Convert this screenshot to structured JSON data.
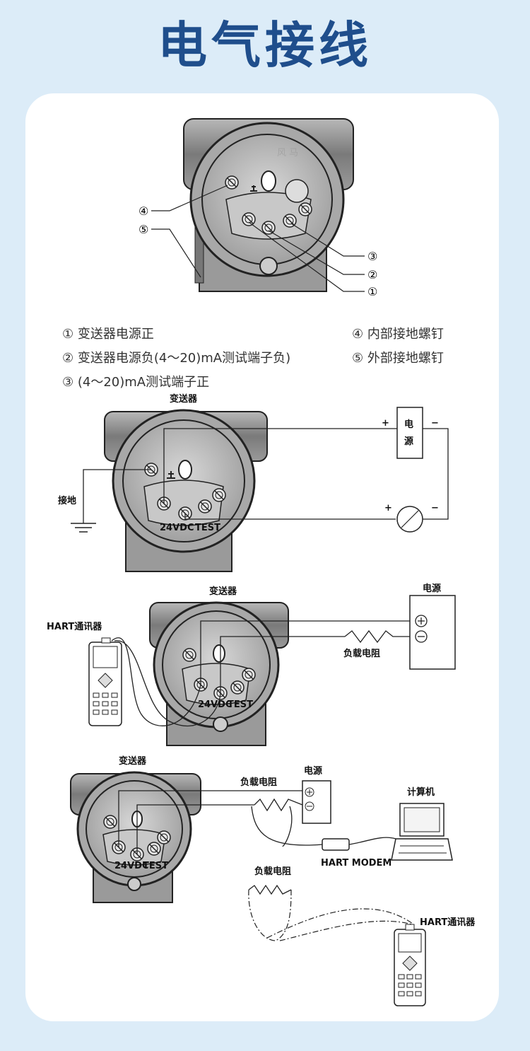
{
  "title": "电气接线",
  "diagram1": {
    "callouts": [
      "④",
      "⑤",
      "③",
      "②",
      "①"
    ]
  },
  "legend": {
    "items": [
      "① 变送器电源正",
      "④ 内部接地螺钉",
      "② 变送器电源负(4～20)mA测试端子负)",
      "⑤ 外部接地螺钉",
      "③ (4～20)mA测试端子正"
    ]
  },
  "diagram2": {
    "transmitter": "变送器",
    "power_top": "电",
    "power_bottom": "源",
    "plus": "+",
    "minus": "−",
    "ground": "接地",
    "terminal_text": "24VDC",
    "test_text": "TEST"
  },
  "diagram3": {
    "transmitter": "变送器",
    "power": "电源",
    "hart": "HART通讯器",
    "load": "负载电阻",
    "terminal_text": "24VDC",
    "test_text": "TEST"
  },
  "diagram4": {
    "transmitter": "变送器",
    "power": "电源",
    "load1": "负载电阻",
    "computer": "计算机",
    "modem": "HART MODEM",
    "load2": "负载电阻",
    "hart": "HART通讯器",
    "terminal_text": "24VDC",
    "test_text": "TEST"
  },
  "watermark": "风 马"
}
